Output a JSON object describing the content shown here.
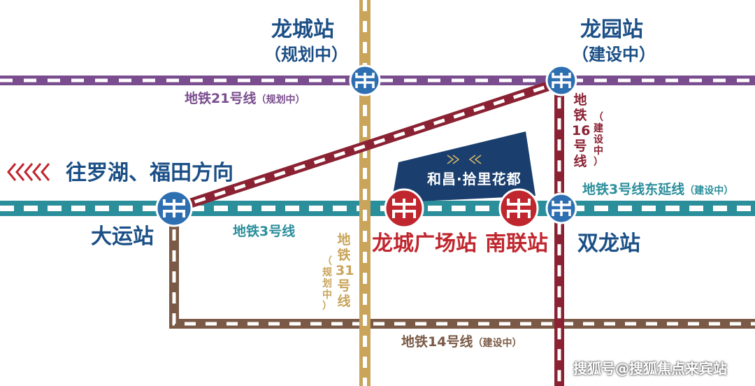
{
  "stations": {
    "longcheng": {
      "name": "龙城站",
      "status": "（规划中）"
    },
    "longyuan": {
      "name": "龙园站",
      "status": "（建设中）"
    },
    "dayun": {
      "name": "大运站"
    },
    "longcheng_square": {
      "name": "龙城广场站"
    },
    "nanlian": {
      "name": "南联站"
    },
    "shuanglong": {
      "name": "双龙站"
    }
  },
  "lines": {
    "line21": {
      "name": "地铁21号线",
      "status": "（规划中）",
      "color": "#7a4d8f"
    },
    "line3": {
      "name": "地铁3号线",
      "color": "#2b8e9b"
    },
    "line3ext": {
      "name": "地铁3号线东延线",
      "status": "（建设中）",
      "color": "#2b8e9b"
    },
    "line14": {
      "name": "地铁14号线",
      "status": "（建设中）",
      "color": "#7a5a46"
    },
    "line31": {
      "chars": [
        "地",
        "铁",
        "31",
        "号",
        "线"
      ],
      "status_chars": [
        "（",
        "规",
        "划",
        "中",
        "）"
      ],
      "color": "#c9a45a"
    },
    "line16": {
      "chars": [
        "地",
        "铁",
        "16",
        "号",
        "线"
      ],
      "status_chars": [
        "（",
        "建",
        "设",
        "中",
        "）"
      ],
      "color": "#8a2233"
    }
  },
  "direction": {
    "text": "往罗湖、福田方向",
    "color": "#c0262d"
  },
  "project": {
    "name": "和昌·拾里花都",
    "color": "#1a3f6e"
  },
  "metro_icon": "shenzhen-metro-logo-icon",
  "watermark": "搜狐号@搜狐焦点来宾站"
}
